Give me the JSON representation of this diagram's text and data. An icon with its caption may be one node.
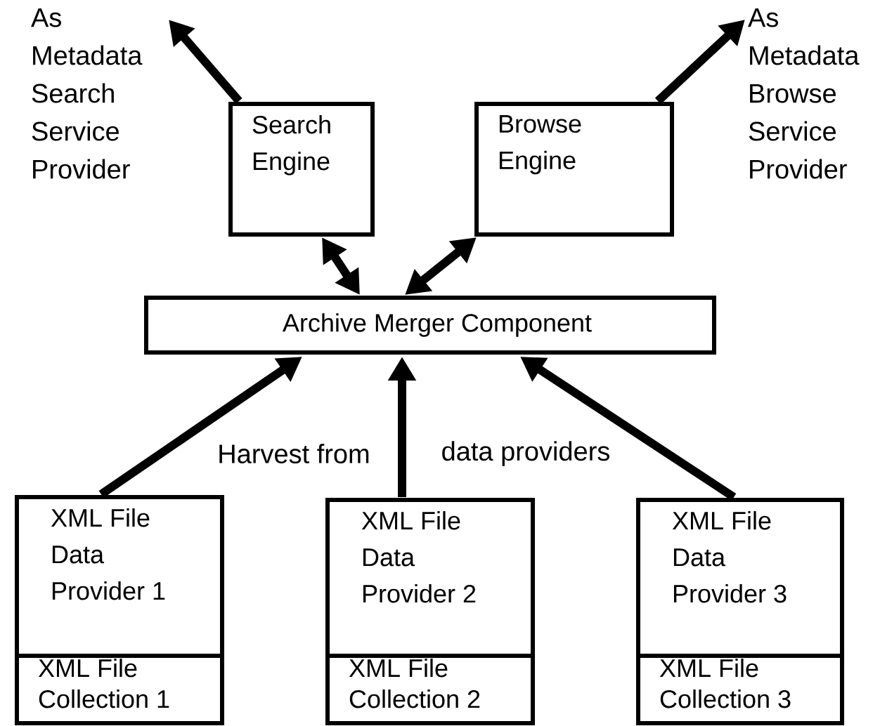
{
  "diagram": {
    "nodes": [
      {
        "text": [
          "As Metadata Search Service Provider"
        ]
      },
      {
        "text": [
          "Search Engine"
        ]
      },
      {
        "text": [
          "Browse Engine"
        ]
      },
      {
        "text": [
          "As Metadata Browse Service Provider"
        ]
      },
      {
        "text": [
          "Archive Merger Component"
        ]
      },
      {
        "text": [
          "XML File Data Provider 1"
        ]
      },
      {
        "text": [
          "XML File Data Provider 2"
        ]
      },
      {
        "text": [
          "XML File Data Provider 3"
        ]
      },
      {
        "text": [
          "XML File Collection 1"
        ]
      },
      {
        "text": [
          "XML File Collection 2"
        ]
      },
      {
        "text": [
          "XML File Collection 3"
        ]
      }
    ],
    "edges": [
      {
        "from": 1,
        "to": 0,
        "arrow": "to"
      },
      {
        "from": 2,
        "to": 3,
        "arrow": "to"
      },
      {
        "from": 1,
        "to": 4,
        "arrow": "both"
      },
      {
        "from": 2,
        "to": 4,
        "arrow": "both"
      },
      {
        "from": 5,
        "to": 4,
        "arrow": "to"
      },
      {
        "from": 6,
        "to": 4,
        "arrow": "to"
      },
      {
        "from": 7,
        "to": 4,
        "arrow": "to"
      }
    ],
    "labels": [
      "Harvest from",
      "data providers"
    ]
  }
}
